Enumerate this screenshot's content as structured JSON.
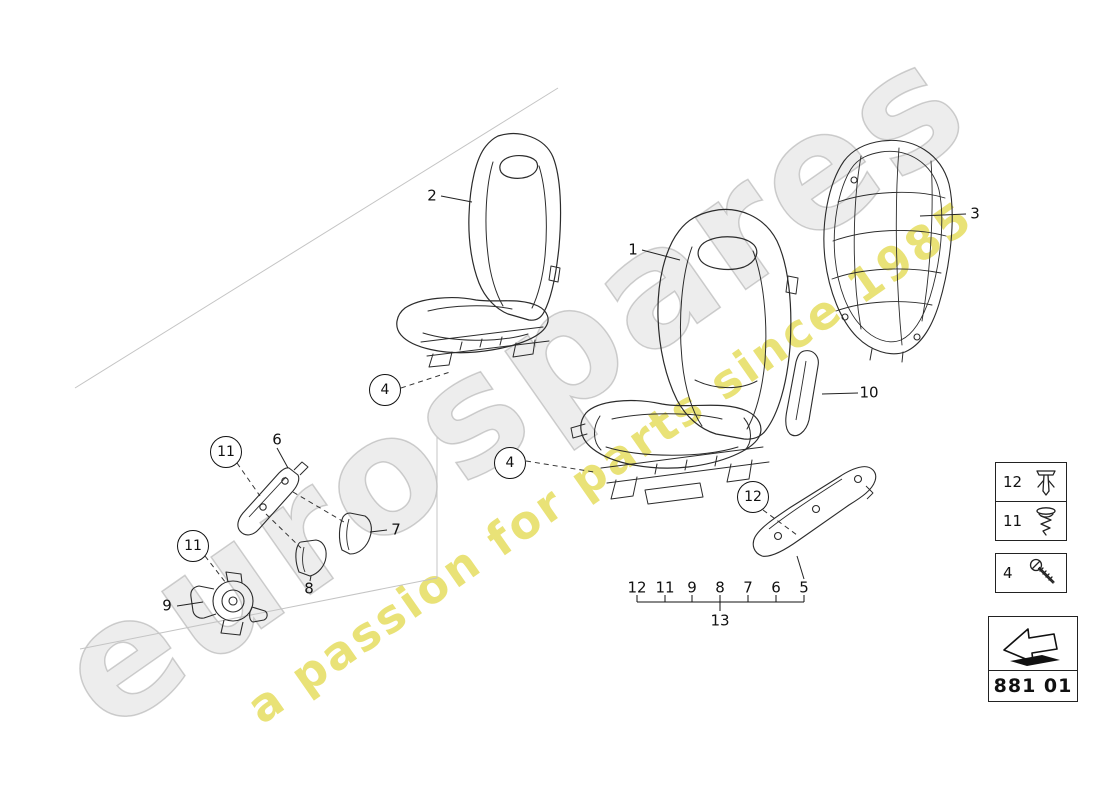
{
  "watermark": {
    "brand": "eurospares",
    "tagline": "a passion for parts since 1985"
  },
  "diagram": {
    "part_code": "881 01",
    "callouts": [
      {
        "label": "2",
        "circled": false
      },
      {
        "label": "1",
        "circled": false
      },
      {
        "label": "3",
        "circled": false
      },
      {
        "label": "4",
        "circled": true
      },
      {
        "label": "4",
        "circled": true
      },
      {
        "label": "10",
        "circled": false
      },
      {
        "label": "11",
        "circled": true
      },
      {
        "label": "6",
        "circled": false
      },
      {
        "label": "7",
        "circled": false
      },
      {
        "label": "11",
        "circled": true
      },
      {
        "label": "8",
        "circled": false
      },
      {
        "label": "9",
        "circled": false
      },
      {
        "label": "12",
        "circled": true
      }
    ],
    "assembly_bracket": {
      "items": [
        "12",
        "11",
        "9",
        "8",
        "7",
        "6",
        "5"
      ],
      "group_label": "13"
    },
    "hardware_legend": [
      {
        "label": "12",
        "icon": "expansion-rivet-icon"
      },
      {
        "label": "11",
        "icon": "grommet-icon"
      },
      {
        "label": "4",
        "icon": "screw-icon"
      }
    ]
  }
}
